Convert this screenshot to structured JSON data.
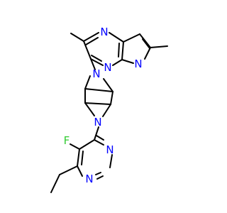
{
  "molecule": {
    "colors": {
      "bond": "#000000",
      "carbon": "#000000",
      "nitrogen": "#0000ff",
      "fluorine": "#33cc33",
      "background": "#ffffff"
    },
    "atoms": {
      "n_pyrimidine_top": "N",
      "n_bridge": "N",
      "n_pyrazole": "N",
      "n_pyrrolidine_top": "N",
      "n_pyrrolidine_bottom": "N",
      "f": "F",
      "n_pyrimidine_low_right": "N",
      "n_pyrimidine_low_bottom": "N"
    }
  }
}
